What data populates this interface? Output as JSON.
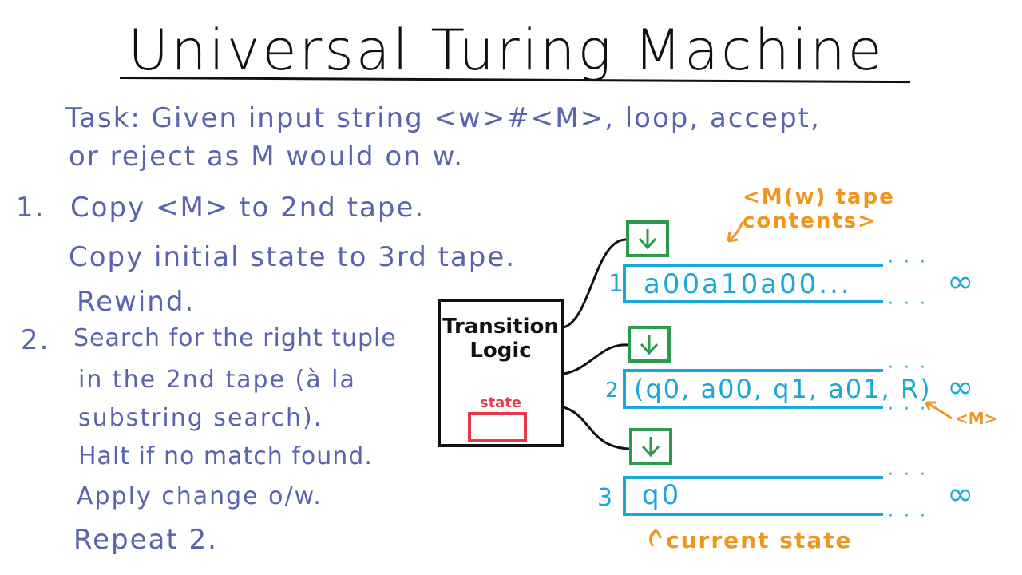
{
  "title": "Universal Turing Machine",
  "task": {
    "line1": "Task: Given input string  <w>#<M>, loop, accept,",
    "line2": "or reject as M would on w."
  },
  "steps": [
    {
      "number": "1.",
      "lines": [
        "Copy <M> to 2nd tape.",
        "Copy initial state to 3rd tape.",
        "Rewind."
      ]
    },
    {
      "number": "2.",
      "lines": [
        "Search for the right tuple",
        "in the 2nd tape (à la",
        "substring search).",
        "Halt if no match found.",
        "Apply change o/w.",
        "Repeat 2."
      ]
    }
  ],
  "logic": {
    "label": "Transition Logic",
    "state_label": "state"
  },
  "tapes": [
    {
      "number": "1",
      "content": "a00a10a00...",
      "infinity": "∞"
    },
    {
      "number": "2",
      "content": "(q0, a00, q1, a01, R)",
      "infinity": "∞"
    },
    {
      "number": "3",
      "content": "q0",
      "infinity": "∞"
    }
  ],
  "annotations": {
    "tape1": "<M(w) tape contents>",
    "tape2": "<M>",
    "tape3": "current state"
  },
  "colors": {
    "text": "#5a63b0",
    "tape": "#1aa7d9",
    "head": "#2b9a4c",
    "state": "#e8394c",
    "annotation": "#f0961e"
  }
}
